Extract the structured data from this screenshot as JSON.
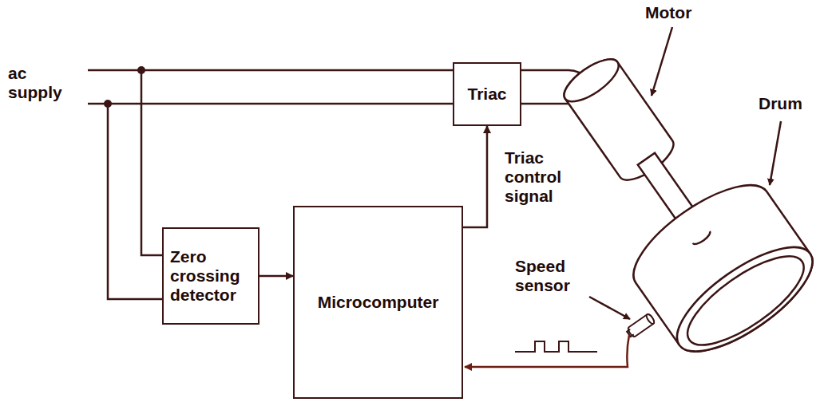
{
  "diagram": {
    "nodes": [
      {
        "text": [
          "Triac"
        ]
      },
      {
        "text": [
          "Zero crossing detector"
        ]
      },
      {
        "text": [
          "Microcomputer"
        ]
      }
    ],
    "edges": [
      {
        "from": 1,
        "to": 2,
        "arrow": "to"
      },
      {
        "from": 2,
        "to": 0,
        "label": "Triac control signal",
        "arrow": "to"
      }
    ],
    "labels": [
      "ac supply",
      "Motor",
      "Drum",
      "Speed sensor"
    ]
  }
}
